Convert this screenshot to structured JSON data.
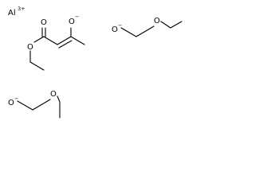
{
  "structure": {
    "metal": {
      "symbol": "Al",
      "charge": "3+"
    },
    "enolate": {
      "ester_o_carbonyl": {
        "symbol": "O",
        "charge": ""
      },
      "ester_o_ether": {
        "symbol": "O",
        "charge": ""
      },
      "enolate_o": {
        "symbol": "O",
        "charge": "−"
      }
    },
    "ethoxyethoxide_1": {
      "alkoxide_o": {
        "symbol": "O",
        "charge": "−"
      },
      "ether_o": {
        "symbol": "O",
        "charge": ""
      }
    },
    "ethoxyethoxide_2": {
      "alkoxide_o": {
        "symbol": "O",
        "charge": "−"
      },
      "ether_o": {
        "symbol": "O",
        "charge": ""
      }
    }
  }
}
